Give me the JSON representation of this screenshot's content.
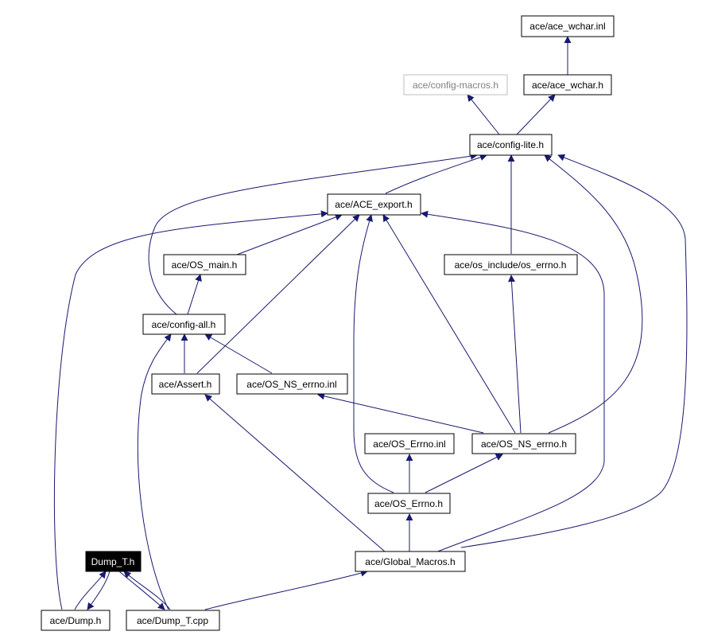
{
  "colors": {
    "edge": "#191970",
    "node_border": "#000000",
    "undocumented_border": "#bfbfbf",
    "focus_fill": "#000000"
  },
  "nodes": [
    {
      "id": "ace_wchar_inl",
      "label": "ace/ace_wchar.inl",
      "style": "normal"
    },
    {
      "id": "config_macros",
      "label": "ace/config-macros.h",
      "style": "grey"
    },
    {
      "id": "ace_wchar_h",
      "label": "ace/ace_wchar.h",
      "style": "normal"
    },
    {
      "id": "config_lite",
      "label": "ace/config-lite.h",
      "style": "normal"
    },
    {
      "id": "ace_export",
      "label": "ace/ACE_export.h",
      "style": "normal"
    },
    {
      "id": "os_main",
      "label": "ace/OS_main.h",
      "style": "normal"
    },
    {
      "id": "os_include_errno",
      "label": "ace/os_include/os_errno.h",
      "style": "normal"
    },
    {
      "id": "config_all",
      "label": "ace/config-all.h",
      "style": "normal"
    },
    {
      "id": "assert_h",
      "label": "ace/Assert.h",
      "style": "normal"
    },
    {
      "id": "os_ns_errno_inl",
      "label": "ace/OS_NS_errno.inl",
      "style": "normal"
    },
    {
      "id": "os_errno_inl",
      "label": "ace/OS_Errno.inl",
      "style": "normal"
    },
    {
      "id": "os_ns_errno_h",
      "label": "ace/OS_NS_errno.h",
      "style": "normal"
    },
    {
      "id": "os_errno_h",
      "label": "ace/OS_Errno.h",
      "style": "normal"
    },
    {
      "id": "global_macros",
      "label": "ace/Global_Macros.h",
      "style": "normal"
    },
    {
      "id": "dump_t_h",
      "label": "Dump_T.h",
      "style": "focus"
    },
    {
      "id": "dump_h",
      "label": "ace/Dump.h",
      "style": "normal"
    },
    {
      "id": "dump_t_cpp",
      "label": "ace/Dump_T.cpp",
      "style": "normal"
    }
  ]
}
